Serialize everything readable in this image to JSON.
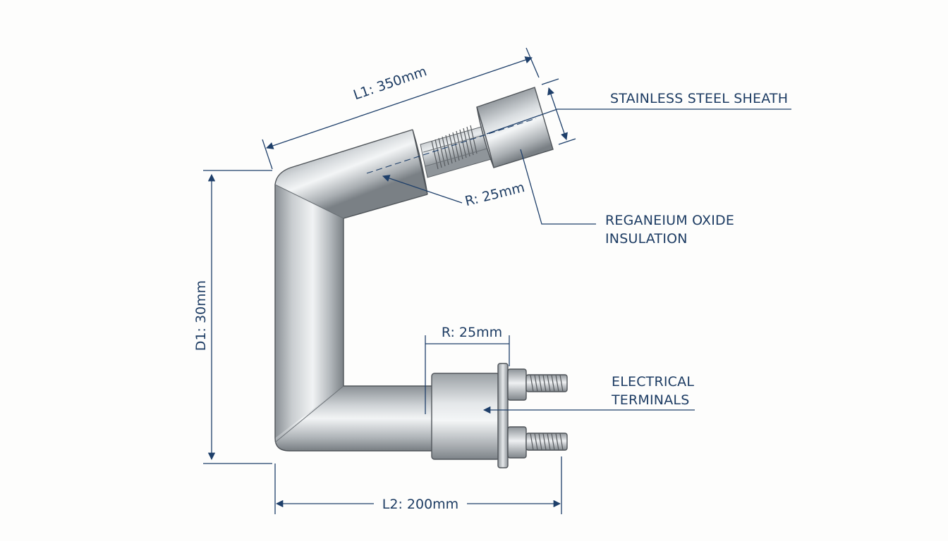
{
  "dimensions": {
    "l1": "L1: 350mm",
    "r_top": "R: 25mm",
    "d1": "D1: 30mm",
    "r_bottom": "R: 25mm",
    "l2": "L2: 200mm"
  },
  "callouts": {
    "sheath": "STAINLESS STEEL SHEATH",
    "insulation_line1": "REGANEIUM OXIDE",
    "insulation_line2": "INSULATION",
    "terminals_line1": "ELECTRICAL",
    "terminals_line2": "TERMINALS"
  },
  "colors": {
    "annotation": "#1d3c63",
    "metal_light": "#eef0f1",
    "metal_mid": "#b9bdc1",
    "metal_dark": "#7d8388",
    "background": "#fdfdfc"
  }
}
